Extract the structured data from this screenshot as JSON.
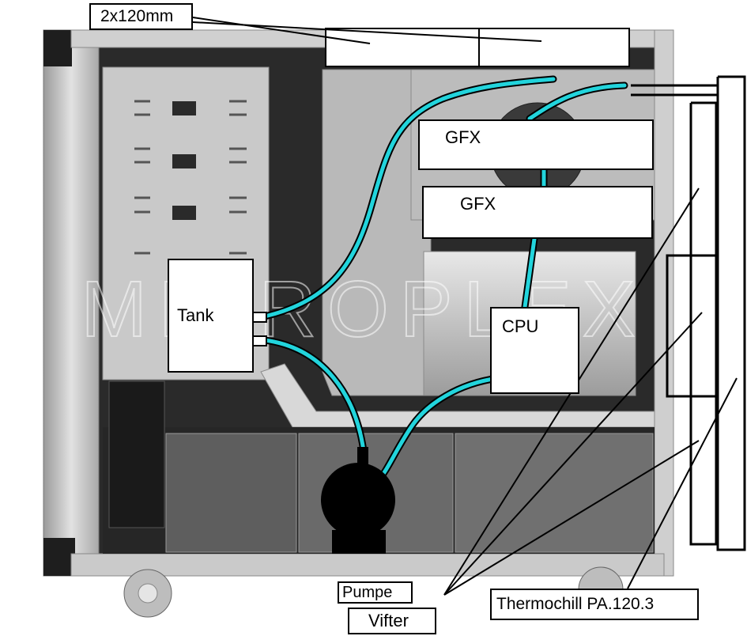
{
  "labels": {
    "top_fans": "2x120mm",
    "gfx_upper": "GFX",
    "gfx_lower": "GFX",
    "tank": "Tank",
    "cpu": "CPU",
    "pump": "Pumpe",
    "fans": "Vifter",
    "radiator": "Thermochill PA.120.3"
  },
  "watermark": "MICROPLEX",
  "colors": {
    "tubing": "#22d4dc",
    "case_metal": "#c4c4c4",
    "case_dark": "#1e1e1e",
    "pump": "#000000"
  }
}
